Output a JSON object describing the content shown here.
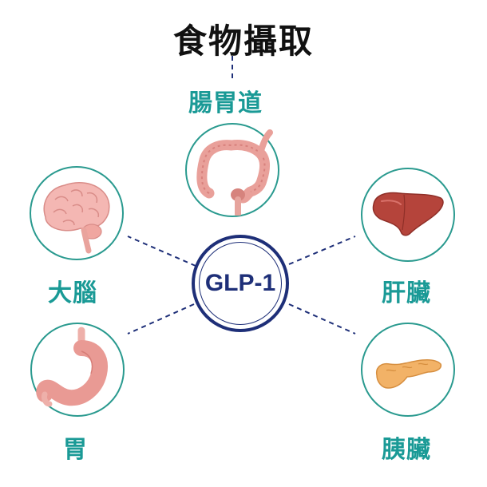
{
  "title": "食物攝取",
  "center": {
    "label": "GLP-1"
  },
  "nodes": {
    "intestine": {
      "label": "腸胃道",
      "icon": "intestine-icon"
    },
    "brain": {
      "label": "大腦",
      "icon": "brain-icon"
    },
    "liver": {
      "label": "肝臟",
      "icon": "liver-icon"
    },
    "stomach": {
      "label": "胃",
      "icon": "stomach-icon"
    },
    "pancreas": {
      "label": "胰臟",
      "icon": "pancreas-icon"
    }
  },
  "colors": {
    "title": "#111111",
    "label": "#1a9a96",
    "circle_border": "#2a9a8f",
    "hub": "#1e2f78",
    "connector": "#1e2f78"
  }
}
